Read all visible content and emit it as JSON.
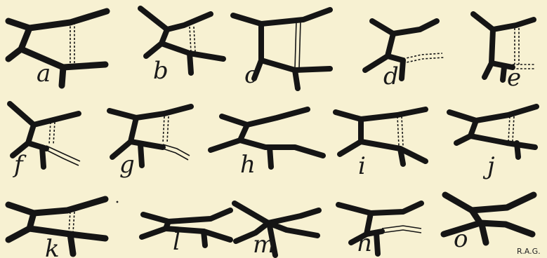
{
  "figure": {
    "panels": [
      {
        "id": "a",
        "label": "a"
      },
      {
        "id": "b",
        "label": "b"
      },
      {
        "id": "c",
        "label": "c"
      },
      {
        "id": "d",
        "label": "d"
      },
      {
        "id": "e",
        "label": "e"
      },
      {
        "id": "f",
        "label": "f"
      },
      {
        "id": "g",
        "label": "g"
      },
      {
        "id": "h",
        "label": "h"
      },
      {
        "id": "i",
        "label": "i"
      },
      {
        "id": "j",
        "label": "j"
      },
      {
        "id": "k",
        "label": "k"
      },
      {
        "id": "l",
        "label": "l"
      },
      {
        "id": "m",
        "label": "m"
      },
      {
        "id": "n",
        "label": "n"
      },
      {
        "id": "o",
        "label": "o"
      }
    ],
    "signature": "R.A.G."
  }
}
